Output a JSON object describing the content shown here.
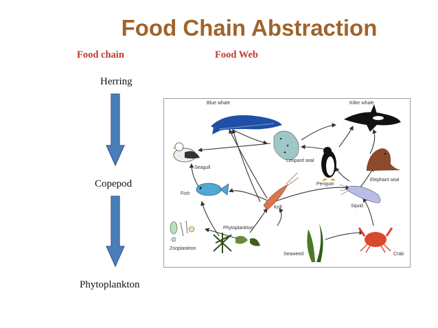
{
  "title": "Food Chain Abstraction",
  "food_chain": {
    "header": "Food chain",
    "levels": [
      "Herring",
      "Copepod",
      "Phytoplankton"
    ]
  },
  "food_web": {
    "header": "Food Web",
    "organisms": {
      "blue_whale": "Blue whale",
      "killer_whale": "Killer whale",
      "seagull": "Seagull",
      "leopard_seal": "Leopard seal",
      "penguin": "Penguin",
      "elephant_seal": "Elephant seal",
      "fish": "Fish",
      "krill": "Krill",
      "squid": "Squid",
      "phytoplankton": "Phytoplankton",
      "zooplankton": "Zooplankton",
      "seaweed": "Seaweed",
      "crab": "Crab"
    }
  },
  "colors": {
    "title": "#a0632a",
    "headers": "#c0392b",
    "arrow_fill": "#4a7ebb",
    "arrow_stroke": "#3a5f8f"
  }
}
